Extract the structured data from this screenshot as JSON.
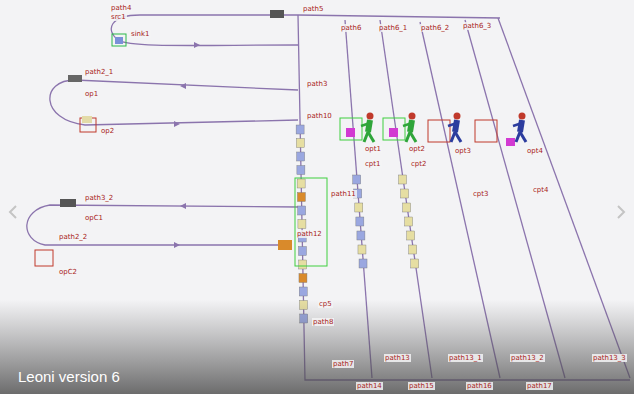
{
  "diagram": {
    "caption": "Leoni version 6",
    "labels": [
      "path4",
      "src1",
      "path5",
      "path6",
      "path6_1",
      "path6_2",
      "path6_3",
      "sink1",
      "path2_1",
      "op1",
      "op2",
      "path3",
      "path10",
      "opt1",
      "opt2",
      "opt3",
      "opt4",
      "cpt1",
      "cpt2",
      "cpt3",
      "cpt4",
      "path11",
      "path12",
      "path3_2",
      "opC1",
      "path2_2",
      "opC2",
      "cp5",
      "path8",
      "path7",
      "path14",
      "path13",
      "path15",
      "path13_1",
      "path16",
      "path13_2",
      "path17",
      "path13_3"
    ]
  }
}
